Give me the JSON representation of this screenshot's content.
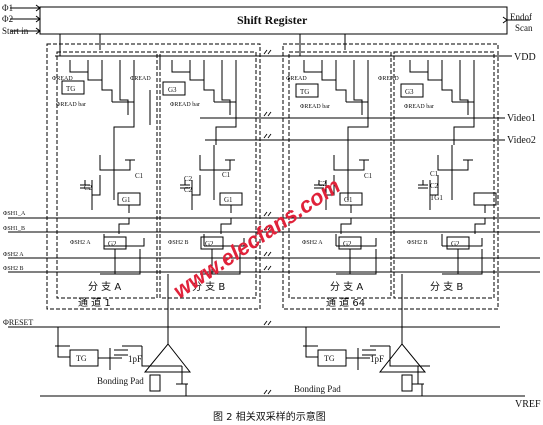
{
  "top_signals": [
    "Φ1",
    "Φ2",
    "Start in"
  ],
  "shift_register_label": "Shift Register",
  "end_of_scan": [
    "Endof",
    "Scan"
  ],
  "vdd_label": "VDD",
  "video_outputs": [
    "Video1",
    "Video2"
  ],
  "read_labels": [
    "ΦREAD",
    "ΦREAD bar",
    "ΦREAD",
    "ΦREAD bar"
  ],
  "side_signals": [
    "ΦSH1_A",
    "ΦSH1_B",
    "ΦSH2 A",
    "ΦSH2 B"
  ],
  "sh2_local": [
    "ΦSH2 A",
    "ΦSH2 B"
  ],
  "components": {
    "tg": "TG",
    "g1": "G1",
    "g2": "G2",
    "c1": "C1",
    "c2": "C2",
    "tg1": "TG1",
    "g3": "G3"
  },
  "branches": [
    "分 支 A",
    "分 支 B"
  ],
  "channels": [
    "通 道 1",
    "通 道 64"
  ],
  "reset_label": "ΦRESET",
  "capacitor_value": "1pF",
  "bonding_pad": "Bonding Pad",
  "vref_label": "VREF",
  "watermark": "www.elecfans.com",
  "caption": "图 2  相关双采样的示意图"
}
